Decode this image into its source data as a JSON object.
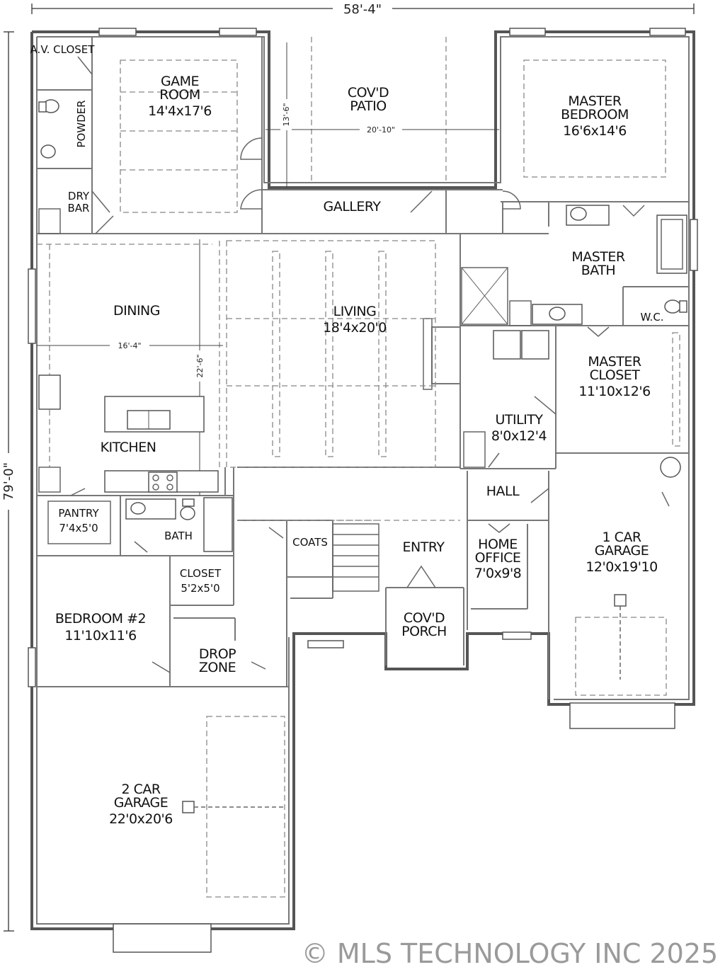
{
  "overall_dimensions": {
    "width": "58'-4\"",
    "depth": "79'-0\""
  },
  "interior_dimensions": {
    "patio": "20'-10\"",
    "patio_depth": "13'-6\"",
    "dining_width": "16'-4\"",
    "dining_depth": "22'-6\""
  },
  "rooms": {
    "av_closet": "A.V. CLOSET",
    "powder": "POWDER",
    "dry_bar": [
      "DRY",
      "BAR"
    ],
    "game_room": {
      "name": [
        "GAME",
        "ROOM"
      ],
      "size": "14'4x17'6"
    },
    "patio": {
      "name": [
        "COV'D",
        "PATIO"
      ]
    },
    "master_bedroom": {
      "name": [
        "MASTER",
        "BEDROOM"
      ],
      "size": "16'6x14'6"
    },
    "gallery": "GALLERY",
    "master_bath": [
      "MASTER",
      "BATH"
    ],
    "wc": "W.C.",
    "dining": "DINING",
    "living": {
      "name": "LIVING",
      "size": "18'4x20'0"
    },
    "master_closet": {
      "name": [
        "MASTER",
        "CLOSET"
      ],
      "size": "11'10x12'6"
    },
    "kitchen": "KITCHEN",
    "utility": {
      "name": "UTILITY",
      "size": "8'0x12'4"
    },
    "hall": "HALL",
    "pantry": {
      "name": "PANTRY",
      "size": "7'4x5'0"
    },
    "bath": "BATH",
    "coats": "COATS",
    "entry": "ENTRY",
    "home_office": {
      "name": [
        "HOME",
        "OFFICE"
      ],
      "size": "7'0x9'8"
    },
    "garage_1": {
      "name": [
        "1 CAR",
        "GARAGE"
      ],
      "size": "12'0x19'10"
    },
    "closet": {
      "name": "CLOSET",
      "size": "5'2x5'0"
    },
    "bedroom_2": {
      "name": "BEDROOM #2",
      "size": "11'10x11'6"
    },
    "porch": {
      "name": [
        "COV'D",
        "PORCH"
      ]
    },
    "drop_zone": [
      "DROP",
      "ZONE"
    ],
    "garage_2": {
      "name": [
        "2 CAR",
        "GARAGE"
      ],
      "size": "22'0x20'6"
    }
  },
  "watermark": "© MLS TECHNOLOGY INC 2025"
}
